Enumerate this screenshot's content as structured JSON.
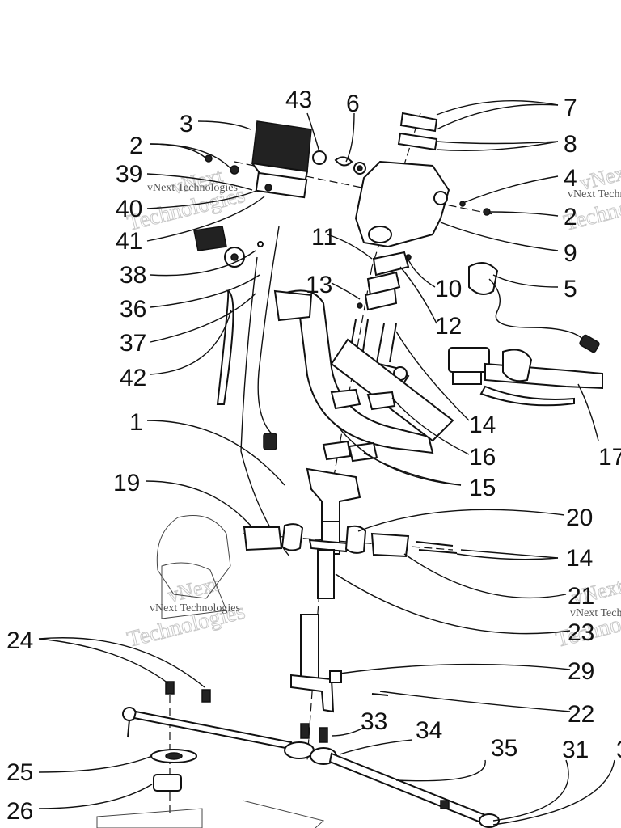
{
  "watermark": {
    "brand_line1": "vNext",
    "brand_line2": "Technologies",
    "small_text": "vNext Technologies"
  },
  "callouts": [
    "1",
    "2",
    "3",
    "4",
    "5",
    "6",
    "7",
    "8",
    "9",
    "10",
    "11",
    "12",
    "13",
    "14",
    "15",
    "16",
    "17",
    "19",
    "20",
    "21",
    "22",
    "23",
    "24",
    "25",
    "26",
    "29",
    "31",
    "33",
    "34",
    "35",
    "36",
    "37",
    "38",
    "39",
    "40",
    "41",
    "42",
    "43"
  ],
  "extra_labels": {
    "two_right": "2",
    "fourteen_lower": "14",
    "three_cut": "3"
  }
}
